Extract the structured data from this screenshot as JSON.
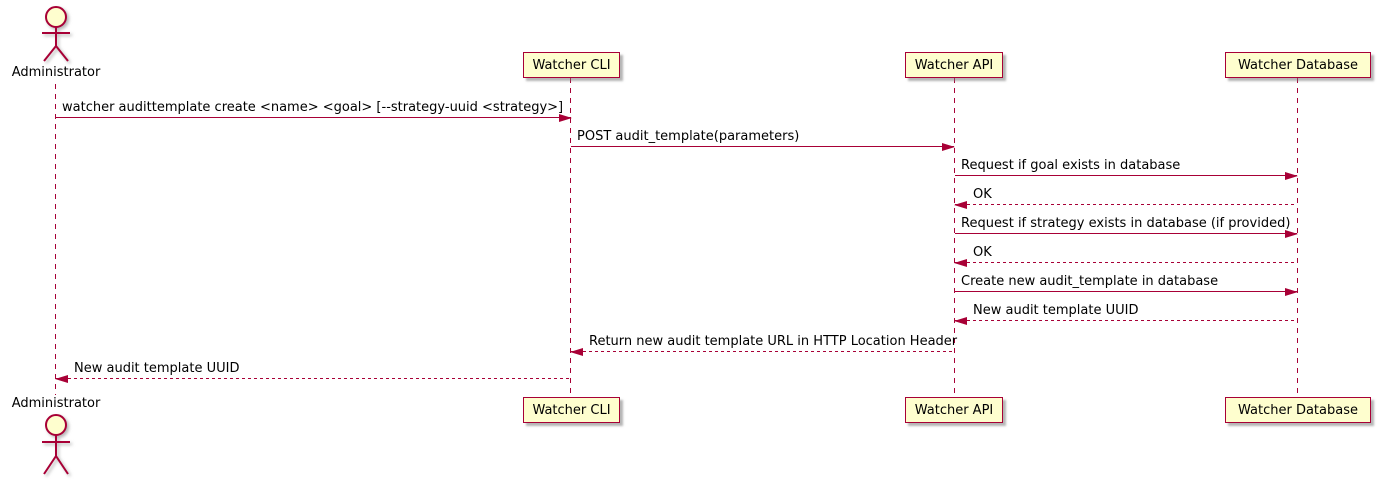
{
  "diagram": {
    "type": "sequence-diagram",
    "colors": {
      "participant_fill": "#FEFECE",
      "participant_border": "#A80036",
      "arrow": "#A80036",
      "lifeline": "#A80036",
      "text": "#000000",
      "background": "#FFFFFF"
    },
    "actor": {
      "label": "Administrator"
    },
    "participants": [
      {
        "label": "Watcher CLI"
      },
      {
        "label": "Watcher API"
      },
      {
        "label": "Watcher Database"
      }
    ],
    "messages": [
      {
        "from": "Administrator",
        "to": "Watcher CLI",
        "line": "solid",
        "text": "watcher audittemplate create <name> <goal> [--strategy-uuid <strategy>]"
      },
      {
        "from": "Watcher CLI",
        "to": "Watcher API",
        "line": "solid",
        "text": "POST audit_template(parameters)"
      },
      {
        "from": "Watcher API",
        "to": "Watcher Database",
        "line": "solid",
        "text": "Request if goal exists in database"
      },
      {
        "from": "Watcher Database",
        "to": "Watcher API",
        "line": "dashed",
        "text": "OK"
      },
      {
        "from": "Watcher API",
        "to": "Watcher Database",
        "line": "solid",
        "text": "Request if strategy exists in database (if provided)"
      },
      {
        "from": "Watcher Database",
        "to": "Watcher API",
        "line": "dashed",
        "text": "OK"
      },
      {
        "from": "Watcher API",
        "to": "Watcher Database",
        "line": "solid",
        "text": "Create new audit_template in database"
      },
      {
        "from": "Watcher Database",
        "to": "Watcher API",
        "line": "dashed",
        "text": "New audit template UUID"
      },
      {
        "from": "Watcher API",
        "to": "Watcher CLI",
        "line": "dashed",
        "text": "Return new audit template URL in HTTP Location Header"
      },
      {
        "from": "Watcher CLI",
        "to": "Administrator",
        "line": "dashed",
        "text": "New audit template UUID"
      }
    ]
  }
}
